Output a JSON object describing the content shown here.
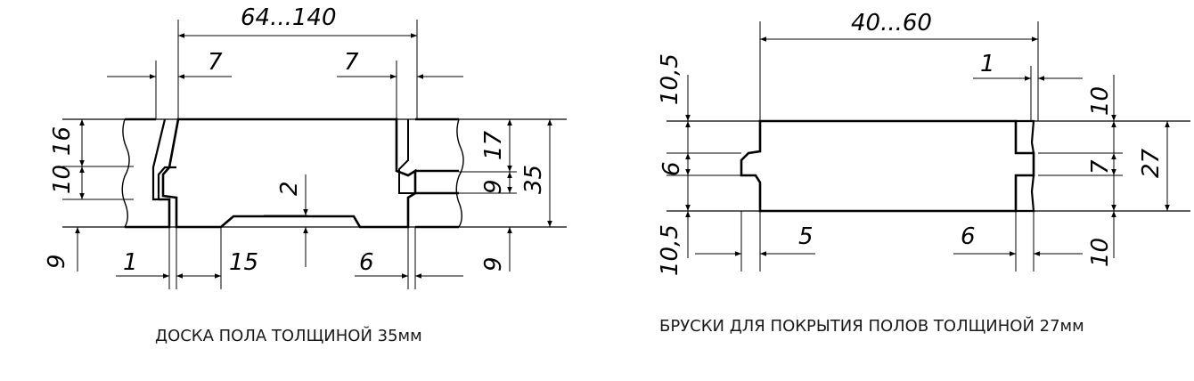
{
  "board": {
    "caption": "ДОСКА ПОЛА ТОЛЩИНОЙ 35мм",
    "dims": {
      "width_range": "64...140",
      "top_left": "7",
      "top_right": "7",
      "left_16": "16",
      "left_10": "10",
      "left_9": "9",
      "right_17": "17",
      "right_9a": "9",
      "right_35": "35",
      "right_9b": "9",
      "groove_2": "2",
      "bottom_1": "1",
      "bottom_15": "15",
      "bottom_6": "6"
    }
  },
  "bars": {
    "caption": "БРУСКИ ДЛЯ ПОКРЫТИЯ ПОЛОВ ТОЛЩИНОЙ 27мм",
    "dims": {
      "width_range": "40...60",
      "top_1": "1",
      "left_10_5_top": "10,5",
      "left_6": "6",
      "left_10_5_bottom": "10,5",
      "right_10_top": "10",
      "right_7": "7",
      "right_27": "27",
      "right_10_bottom": "10",
      "bottom_5": "5",
      "bottom_6": "6"
    }
  }
}
